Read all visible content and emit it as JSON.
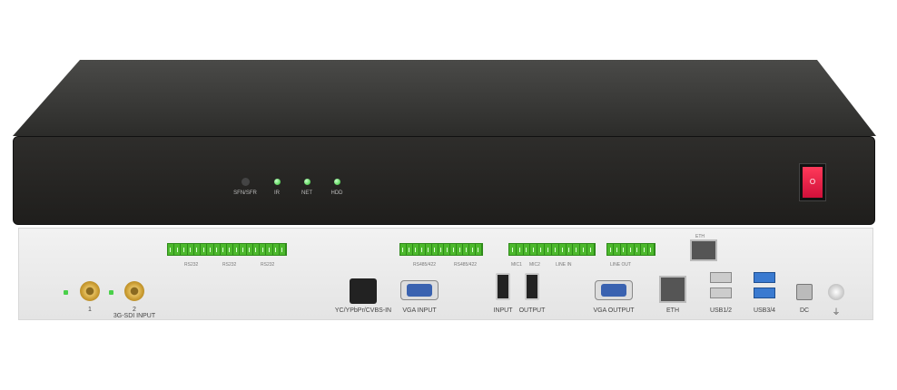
{
  "front_panel": {
    "indicators": [
      {
        "label": "SFN/SFR",
        "state": "off"
      },
      {
        "label": "IR",
        "state": "on"
      },
      {
        "label": "NET",
        "state": "on"
      },
      {
        "label": "HDD",
        "state": "on"
      }
    ],
    "power_switch_symbol": "O"
  },
  "rear_panel": {
    "terminal_labels_top": [
      "RS232",
      "RS232",
      "RS232",
      "RS485/422",
      "RS485/422",
      "MIC1",
      "MIC2",
      "LINE IN",
      "LINE OUT"
    ],
    "eth_top_label": "ETH",
    "sdi_labels": [
      "1",
      "2"
    ],
    "sdi_group_label": "3G-SDI INPUT",
    "component_label": "YC/YPbPr/CVBS-IN",
    "vga_input_label": "VGA INPUT",
    "hdmi_input_label": "INPUT",
    "hdmi_output_label": "OUTPUT",
    "vga_output_label": "VGA OUTPUT",
    "eth_label": "ETH",
    "usb12_label": "USB1/2",
    "usb34_label": "USB3/4",
    "dc_label": "DC",
    "ground_symbol": "⏚"
  },
  "colors": {
    "led_green": "#29c029",
    "power_red": "#e0153f",
    "terminal_green": "#4cb82c",
    "vga_blue": "#3a62b0"
  }
}
